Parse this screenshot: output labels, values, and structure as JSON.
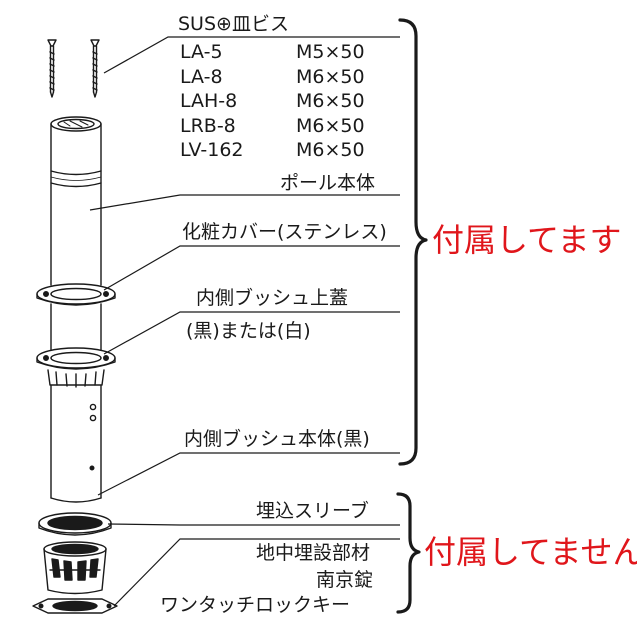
{
  "screw_title": "SUS⊕皿ビス",
  "screw_specs": [
    {
      "model": "LA-5",
      "size": "M5×50"
    },
    {
      "model": "LA-8",
      "size": "M6×50"
    },
    {
      "model": "LAH-8",
      "size": "M6×50"
    },
    {
      "model": "LRB-8",
      "size": "M6×50"
    },
    {
      "model": "LV-162",
      "size": "M6×50"
    }
  ],
  "pole_body": "ポール本体",
  "cosmetic_cover": "化粧カバー(ステンレス)",
  "inner_bush_cap": "内側ブッシュ上蓋",
  "inner_bush_cap_color": "(黒)または(白)",
  "inner_bush_body": "内側ブッシュ本体(黒)",
  "embed_sleeve": "埋込スリーブ",
  "underground_parts": "地中埋設部材",
  "padlock": "南京錠",
  "one_touch_key": "ワンタッチロックキー",
  "included_label": "付属してます",
  "not_included_label": "付属してません",
  "colors": {
    "accent": "#e0161b",
    "line": "#1a1a1a"
  }
}
